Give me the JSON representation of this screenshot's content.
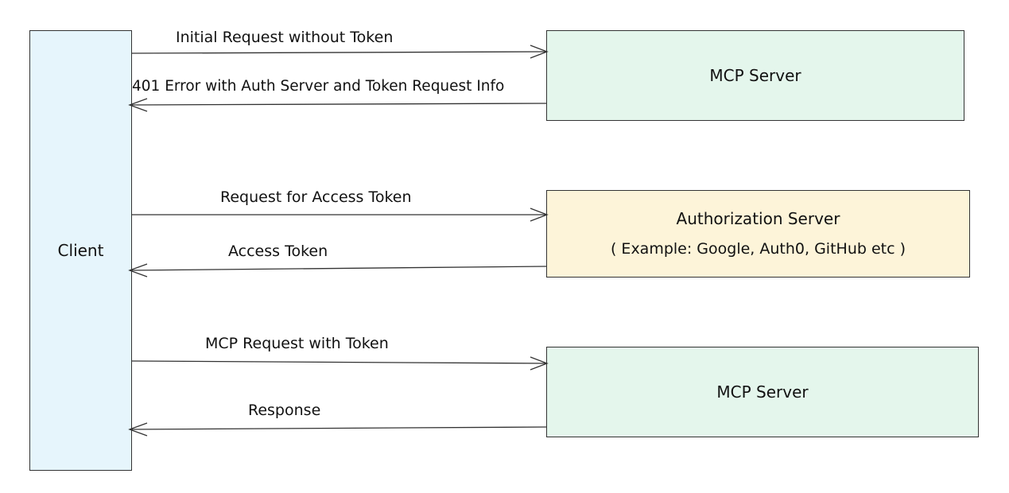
{
  "participants": {
    "client": {
      "label": "Client"
    },
    "mcp_server_top": {
      "label": "MCP Server"
    },
    "auth_server": {
      "label": "Authorization Server",
      "example": "( Example: Google, Auth0, GitHub etc )"
    },
    "mcp_server_bottom": {
      "label": "MCP Server"
    }
  },
  "messages": [
    {
      "from": "Client",
      "to": "MCP Server",
      "label": "Initial Request without Token"
    },
    {
      "from": "MCP Server",
      "to": "Client",
      "label": "401 Error with Auth Server and Token Request Info"
    },
    {
      "from": "Client",
      "to": "Authorization Server",
      "label": "Request for Access Token"
    },
    {
      "from": "Authorization Server",
      "to": "Client",
      "label": "Access Token"
    },
    {
      "from": "Client",
      "to": "MCP Server",
      "label": "MCP Request with Token"
    },
    {
      "from": "MCP Server",
      "to": "Client",
      "label": "Response"
    }
  ],
  "colors": {
    "client_fill": "#e6f5fc",
    "mcp_server_fill": "#e4f6ec",
    "auth_server_fill": "#fdf4d9",
    "stroke": "#333333"
  }
}
